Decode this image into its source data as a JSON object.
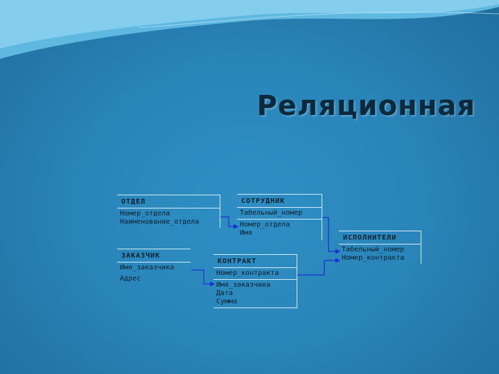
{
  "slide": {
    "title": "Реляционная"
  },
  "entities": {
    "otdel": {
      "name": "ОТДЕЛ",
      "key": [
        "Номер_отдела"
      ],
      "attrs": [
        "Наименование_отдела"
      ]
    },
    "sotrudnik": {
      "name": "СОТРУДНИК",
      "key": [
        "Табельный_номер"
      ],
      "attrs": [
        "Номер_отдела",
        "Имя"
      ]
    },
    "zakazchik": {
      "name": "ЗАКАЗЧИК",
      "key": [
        "Имя_заказчика"
      ],
      "attrs": [
        "Адрес"
      ]
    },
    "kontrakt": {
      "name": "КОНТРАКТ",
      "key": [
        "Номер_контракта"
      ],
      "attrs": [
        "Имя_заказчика",
        "Дата",
        "Сумма"
      ]
    },
    "ispolniteli": {
      "name": "ИСПОЛНИТЕЛИ",
      "key": [
        "Табельный_номер",
        "Номер_контракта"
      ],
      "attrs": []
    }
  },
  "colors": {
    "background": "#2a86ba",
    "link": "#1a2fd6",
    "title": "#0d2a3d"
  }
}
